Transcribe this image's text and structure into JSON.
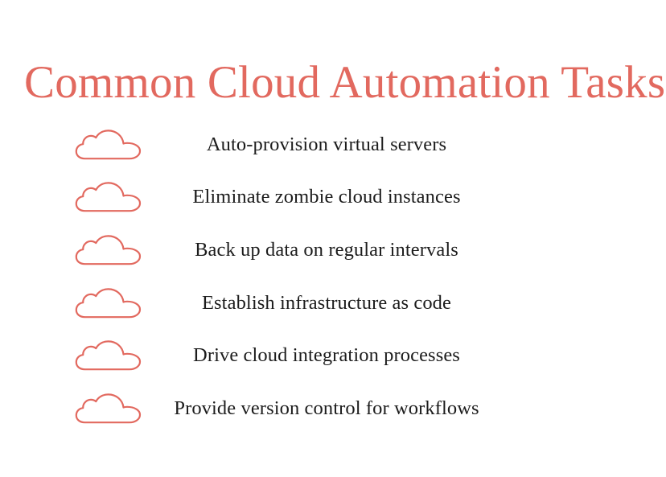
{
  "slide": {
    "title": "Common Cloud Automation Tasks",
    "background_color": "#ffffff",
    "title_color": "#e2695f",
    "text_color": "#1c1c1c",
    "accent_color": "#e2695f",
    "icon_name": "cloud-outline-icon"
  },
  "tasks": [
    {
      "label": "Auto-provision virtual servers",
      "icon": "cloud-outline-icon"
    },
    {
      "label": "Eliminate zombie cloud instances",
      "icon": "cloud-outline-icon"
    },
    {
      "label": "Back up data on regular intervals",
      "icon": "cloud-outline-icon"
    },
    {
      "label": "Establish infrastructure as code",
      "icon": "cloud-outline-icon"
    },
    {
      "label": "Drive cloud integration processes",
      "icon": "cloud-outline-icon"
    },
    {
      "label": "Provide version control for workflows",
      "icon": "cloud-outline-icon"
    }
  ]
}
